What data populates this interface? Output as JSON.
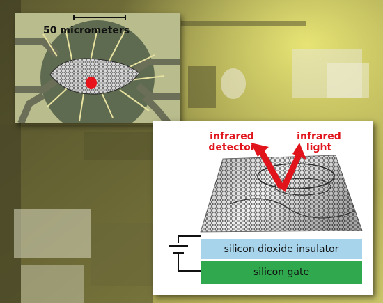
{
  "micrograph": {
    "scale_label": "50 micrometers"
  },
  "diagram": {
    "label_detector": "infrared detector",
    "label_detector_line1": "infrared",
    "label_detector_line2": "detector",
    "label_light_line1": "infrared",
    "label_light_line2": "light",
    "layer_insulator": "silicon dioxide insulator",
    "layer_gate": "silicon gate"
  },
  "colors": {
    "arrow": "#e0141a",
    "insulator": "#a7d4ea",
    "gate": "#2fa84e",
    "laser_spot": "#e8141c"
  }
}
